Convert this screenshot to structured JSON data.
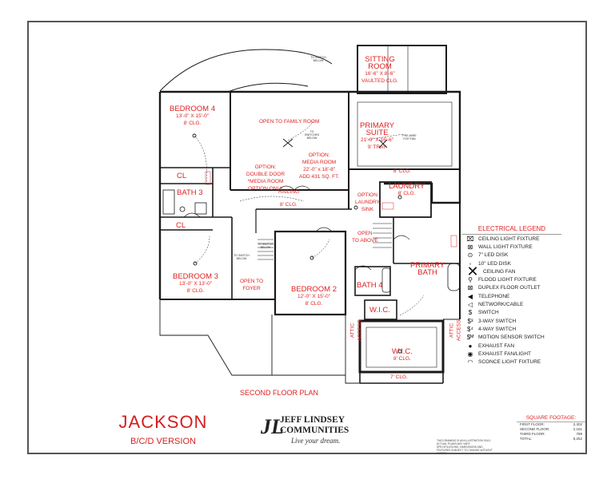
{
  "title": "JACKSON",
  "version": "B/C/D VERSION",
  "plan_label": "SECOND FLOOR PLAN",
  "logo": {
    "mark": "JL",
    "line1": "JEFF LINDSEY",
    "line2": "COMMUNITIES",
    "tagline": "Live your dream."
  },
  "disclaimer": "THIS DRAWING IS AN ILLUSTRATION ONLY. ACTUAL PLANS MAY VARY. SPECIFICATIONS, DIMENSIONS AND FEATURES SUBJECT TO CHANGE WITHOUT NOTICE.",
  "rooms": {
    "bedroom4": {
      "name": "BEDROOM 4",
      "size": "13'-0\" X 15'-0\"",
      "clg": "8' CLG."
    },
    "open_family": {
      "name": "OPEN TO FAMILY ROOM"
    },
    "option_media": {
      "line1": "OPTION:",
      "line2": "MEDIA ROOM",
      "line3": "22'-0\" x 18'-8\"",
      "line4": "ADD 431 SQ. FT."
    },
    "option_double": {
      "line1": "OPTION:",
      "line2": "DOUBLE DOOR",
      "line3": "*MEDIA ROOM",
      "line4": "OPTION ONLY"
    },
    "sitting": {
      "name1": "SITTING",
      "name2": "ROOM",
      "size": "16'-6\" X 8'-6\"",
      "clg": "VAULTED CLG."
    },
    "primary_suite": {
      "name1": "PRIMARY",
      "name2": "SUITE",
      "size": "21'-0\" X 16'-6\"",
      "clg": "9' TRAY"
    },
    "suite_clg": "8' CLG.",
    "cl_top": "CL",
    "cl_mid": "CL",
    "bath3": {
      "name": "BATH 3"
    },
    "railing": "RAILING",
    "hall_clg": "8' CLG.",
    "laundry": {
      "name": "LAUNDRY",
      "clg": "8' CLG."
    },
    "option_laundry": {
      "line1": "OPTION",
      "line2": "LAUNDRY",
      "line3": "SINK"
    },
    "open_above": {
      "line1": "OPEN",
      "line2": "TO ABOVE"
    },
    "primary_bath": {
      "name1": "PRIMARY",
      "name2": "BATH"
    },
    "bedroom3": {
      "name": "BEDROOM 3",
      "size": "13'-0\" X 13'-0\"",
      "clg": "8' CLG."
    },
    "open_foyer": {
      "line1": "OPEN TO",
      "line2": "FOYER"
    },
    "bedroom2": {
      "name": "BEDROOM 2",
      "size": "12'-0\" X 15'-0\"",
      "clg": "8' CLG."
    },
    "bath4": {
      "name": "BATH 4"
    },
    "wic_small": {
      "name": "W.I.C."
    },
    "wic_large": {
      "name": "W.I.C.",
      "clg": "8' CLG."
    },
    "wic_lower_clg": "7' CLG.",
    "attic_left": {
      "line1": "ATTIC",
      "line2": "ACCESS"
    },
    "attic_right": {
      "line1": "ATTIC",
      "line2": "ACCESS"
    }
  },
  "notes": {
    "to_switch_below": "TO SWITCH BELOW",
    "to_switches_below": "TO SWITCHES BELOW",
    "prewire_fan": "PRE-WIRE FOR FAN",
    "to_switch_below_b": "TO SWITCH BELOW",
    "to_switch_below_c": "TO SWITCH BELOW"
  },
  "legend": {
    "title": "ELECTRICAL LEGEND",
    "items": [
      {
        "icon": "ceiling-light-icon",
        "glyph": "⌧",
        "label": "CEILING LIGHT FIXTURE"
      },
      {
        "icon": "wall-light-icon",
        "glyph": "⊠",
        "label": "WALL LIGHT FIXTURE"
      },
      {
        "icon": "led-disk-7-icon",
        "glyph": "⊙",
        "label": "7\" LED DISK"
      },
      {
        "icon": "led-disk-10-icon",
        "glyph": "◦",
        "label": "10\" LED DISK"
      },
      {
        "icon": "ceiling-fan-icon",
        "glyph": "✕",
        "label": "CEILING FAN"
      },
      {
        "icon": "flood-light-icon",
        "glyph": "⚲",
        "label": "FLOOD LIGHT FIXTURE"
      },
      {
        "icon": "duplex-floor-outlet-icon",
        "glyph": "⊠",
        "label": "DUPLEX FLOOR OUTLET"
      },
      {
        "icon": "telephone-icon",
        "glyph": "◀",
        "label": "TELEPHONE"
      },
      {
        "icon": "network-cable-icon",
        "glyph": "◁",
        "label": "NETWORK/CABLE"
      },
      {
        "icon": "switch-icon",
        "glyph": "$",
        "label": "SWITCH"
      },
      {
        "icon": "3-way-switch-icon",
        "glyph": "$³",
        "label": "3-WAY SWITCH"
      },
      {
        "icon": "4-way-switch-icon",
        "glyph": "$⁴",
        "label": "4-WAY SWITCH"
      },
      {
        "icon": "motion-sensor-switch-icon",
        "glyph": "$ᴹ",
        "label": "MOTION SENSOR SWITCH"
      },
      {
        "icon": "exhaust-fan-icon",
        "glyph": "●",
        "label": "EXHAUST FAN"
      },
      {
        "icon": "exhaust-fan-light-icon",
        "glyph": "◉",
        "label": "EXHAUST FAN/LIGHT"
      },
      {
        "icon": "sconce-light-icon",
        "glyph": "◠",
        "label": "SCONCE LIGHT FIXTURE"
      }
    ]
  },
  "square_footage": {
    "title": "SQUARE FOOTAGE:",
    "rows": [
      {
        "label": "FIRST FLOOR:",
        "value": "2,302"
      },
      {
        "label": "SECOND FLOOR:",
        "value": "2,161"
      },
      {
        "label": "THIRD FLOOR:",
        "value": "789"
      },
      {
        "label": "TOTAL:",
        "value": "5,252"
      }
    ]
  }
}
